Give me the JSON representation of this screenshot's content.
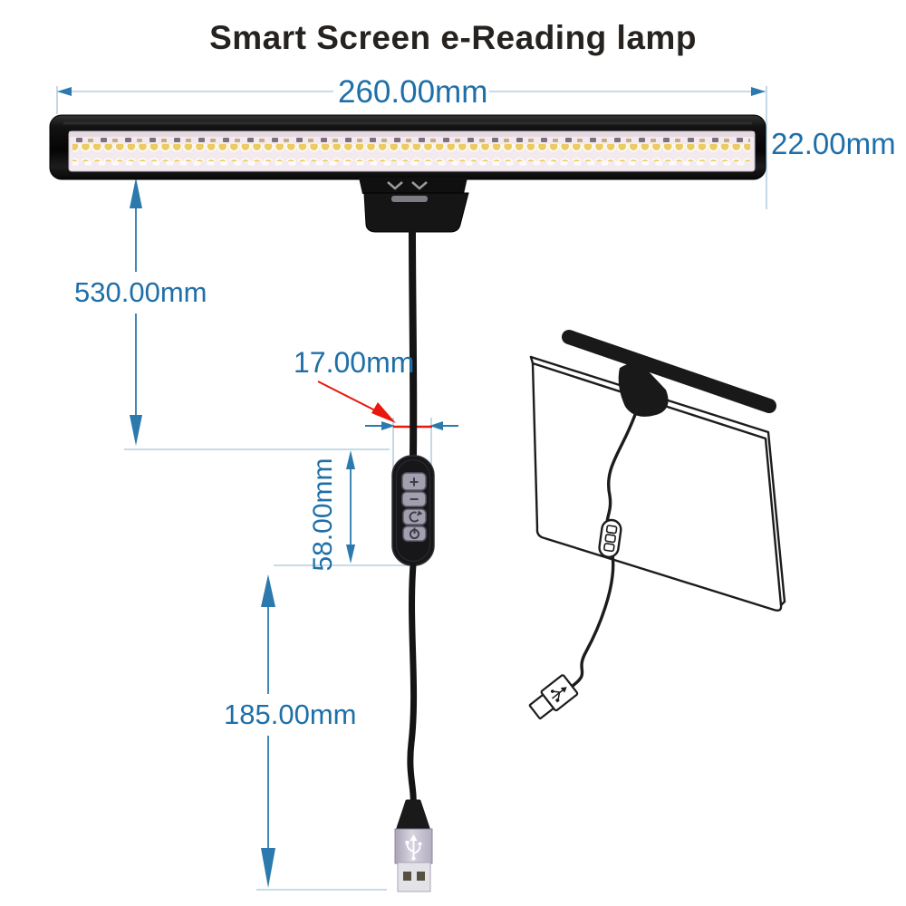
{
  "title": "Smart Screen e-Reading lamp",
  "dimensions": {
    "bar_width": "260.00mm",
    "bar_height": "22.00mm",
    "upper_cable_length": "530.00mm",
    "cable_width": "17.00mm",
    "controller_length": "58.00mm",
    "lower_cable_length": "185.00mm"
  },
  "controller": {
    "buttons": [
      {
        "icon": "brightness-up-icon",
        "glyph": "+"
      },
      {
        "icon": "brightness-down-icon",
        "glyph": "−"
      },
      {
        "icon": "color-mode-cycle-icon",
        "glyph": "↻"
      },
      {
        "icon": "power-icon",
        "glyph": "⏻"
      }
    ]
  },
  "icons": {
    "usb_plug": "usb-trident-icon",
    "dimension_arrows": "measurement-arrow-icon",
    "callout_arrow": "red-pointer-arrow-icon"
  },
  "colors": {
    "dimension_text_blue": "#1e6fa8",
    "dimension_line_blue": "#4186b8",
    "extension_line_blue": "#b6cfe2",
    "arrowhead_blue": "#2b79ad",
    "callout_red": "#e8180c",
    "lamp_black": "#0d0d0d",
    "usb_silver": "#c7c3d1",
    "led_gold": "#eccb66"
  }
}
